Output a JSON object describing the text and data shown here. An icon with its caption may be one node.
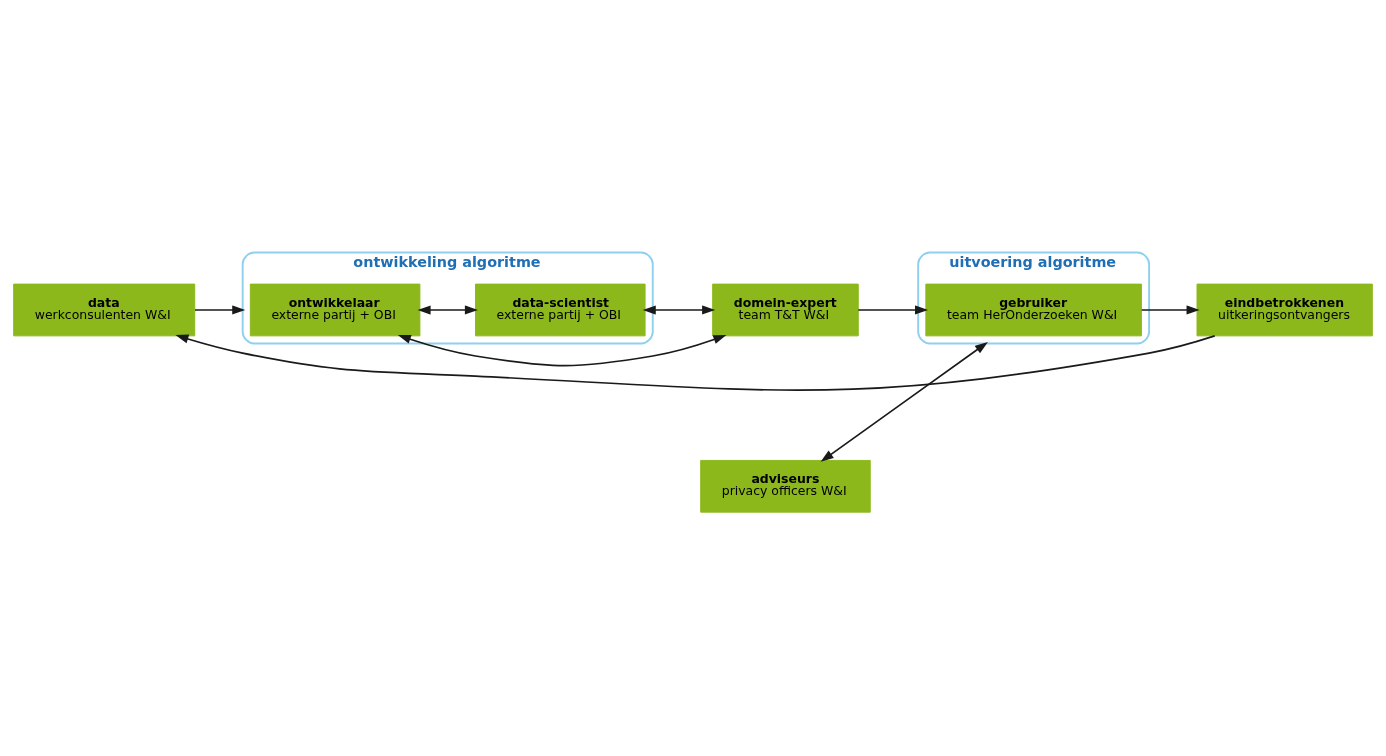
{
  "diagram": {
    "nodes": [
      {
        "text": [
          "data",
          "werkconsulenten W&I"
        ]
      },
      {
        "text": [
          "ontwikkeling algoritme"
        ]
      },
      {
        "text": [
          "ontwikkelaar",
          "externe partij + OBI"
        ],
        "in": 1
      },
      {
        "text": [
          "data-scientist",
          "externe partij + OBI"
        ],
        "in": 1
      },
      {
        "text": [
          "domein-expert",
          "team T&T W&I"
        ]
      },
      {
        "text": [
          "uitvoering algoritme"
        ]
      },
      {
        "text": [
          "gebruiker",
          "team HerOnderzoeken W&I"
        ],
        "in": 5
      },
      {
        "text": [
          "eindbetrokkenen",
          "uitkeringsontvangers"
        ]
      },
      {
        "text": [
          "adviseurs",
          "privacy officers W&I"
        ]
      }
    ],
    "edges": [
      {
        "from": 0,
        "to": 1,
        "arrow": "to"
      },
      {
        "from": 7,
        "to": 0,
        "arrow": "to"
      },
      {
        "from": 2,
        "to": 4,
        "arrow": "both"
      },
      {
        "from": 2,
        "to": 3,
        "arrow": "both"
      },
      {
        "from": 3,
        "to": 4,
        "arrow": "both"
      },
      {
        "from": 4,
        "to": 6,
        "arrow": "to"
      },
      {
        "from": 6,
        "to": 7,
        "arrow": "to"
      },
      {
        "from": 8,
        "to": 5,
        "arrow": "both"
      }
    ]
  }
}
